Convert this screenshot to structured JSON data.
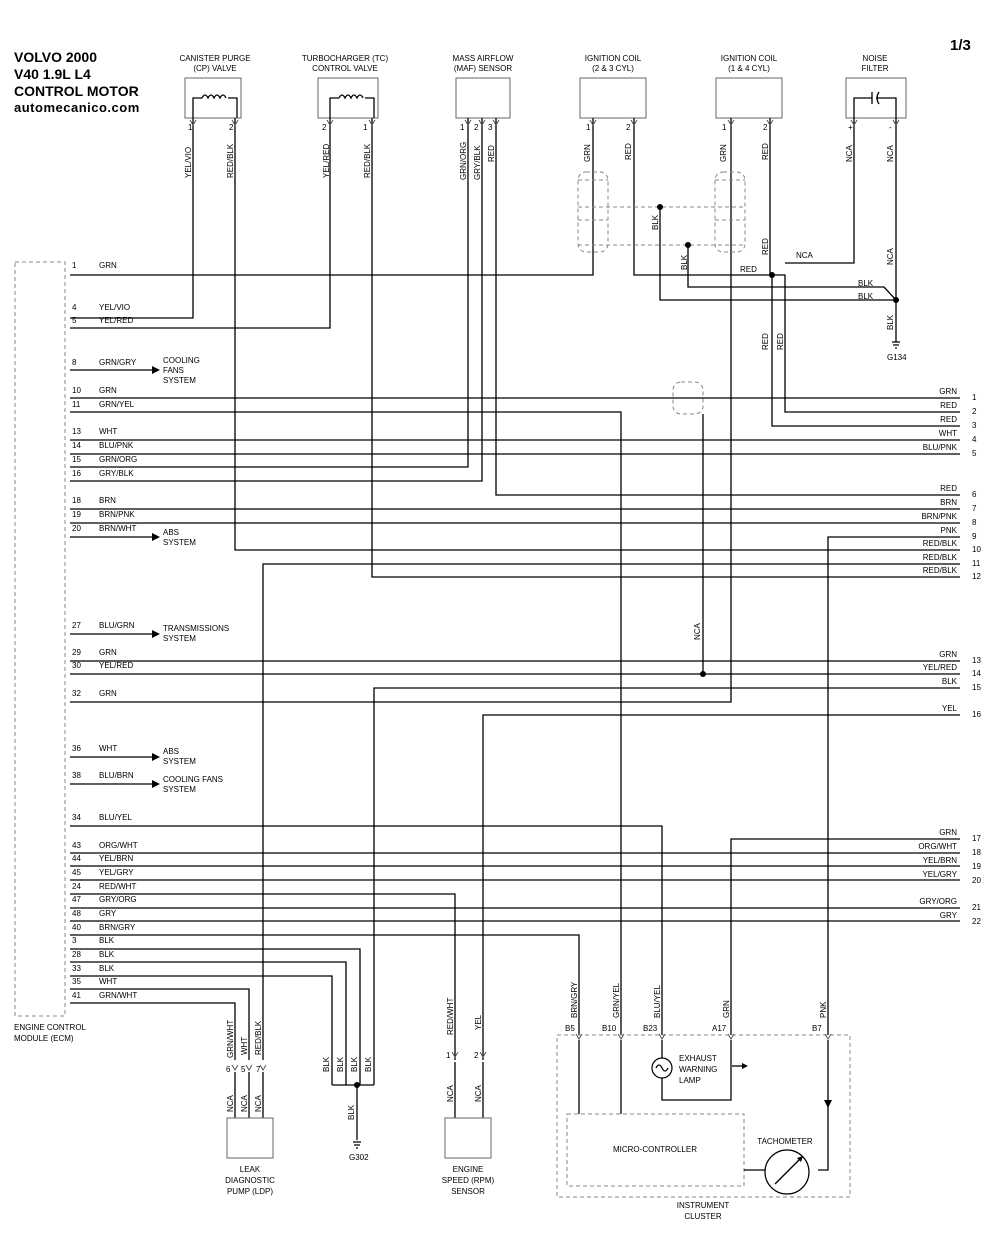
{
  "header": {
    "lines": [
      "VOLVO 2000",
      "V40 1.9L L4",
      "CONTROL MOTOR",
      "automecanico.com"
    ],
    "page": "1/3"
  },
  "components": {
    "cp_valve": {
      "title": [
        "CANISTER PURGE",
        "(CP) VALVE"
      ],
      "pins": [
        "1",
        "2"
      ],
      "wires": [
        "YEL/VIO",
        "RED/BLK"
      ]
    },
    "tc_valve": {
      "title": [
        "TURBOCHARGER (TC)",
        "CONTROL VALVE"
      ],
      "pins": [
        "2",
        "1"
      ],
      "wires": [
        "YEL/RED",
        "RED/BLK"
      ]
    },
    "maf": {
      "title": [
        "MASS AIRFLOW",
        "(MAF) SENSOR"
      ],
      "pins": [
        "1",
        "2",
        "3"
      ],
      "wires": [
        "GRN/ORG",
        "GRY/BLK",
        "RED"
      ]
    },
    "coil23": {
      "title": [
        "IGNITION COIL",
        "(2 & 3 CYL)"
      ],
      "pins": [
        "1",
        "2"
      ],
      "wires": [
        "GRN",
        "RED"
      ]
    },
    "coil14": {
      "title": [
        "IGNITION COIL",
        "(1 & 4 CYL)"
      ],
      "pins": [
        "1",
        "2"
      ],
      "wires": [
        "GRN",
        "RED"
      ]
    },
    "noise": {
      "title": [
        "NOISE",
        "FILTER"
      ],
      "pins": [
        "+",
        "-"
      ],
      "wires": [
        "NCA",
        "NCA"
      ]
    }
  },
  "ecm": {
    "label": [
      "ENGINE CONTROL",
      "MODULE (ECM)"
    ],
    "rows": [
      {
        "pin": "1",
        "color": "GRN"
      },
      {
        "pin": "4",
        "color": "YEL/VIO"
      },
      {
        "pin": "5",
        "color": "YEL/RED"
      },
      {
        "pin": "8",
        "color": "GRN/GRY"
      },
      {
        "pin": "10",
        "color": "GRN"
      },
      {
        "pin": "11",
        "color": "GRN/YEL"
      },
      {
        "pin": "13",
        "color": "WHT"
      },
      {
        "pin": "14",
        "color": "BLU/PNK"
      },
      {
        "pin": "15",
        "color": "GRN/ORG"
      },
      {
        "pin": "16",
        "color": "GRY/BLK"
      },
      {
        "pin": "18",
        "color": "BRN"
      },
      {
        "pin": "19",
        "color": "BRN/PNK"
      },
      {
        "pin": "20",
        "color": "BRN/WHT"
      },
      {
        "pin": "27",
        "color": "BLU/GRN"
      },
      {
        "pin": "29",
        "color": "GRN"
      },
      {
        "pin": "30",
        "color": "YEL/RED"
      },
      {
        "pin": "32",
        "color": "GRN"
      },
      {
        "pin": "36",
        "color": "WHT"
      },
      {
        "pin": "38",
        "color": "BLU/BRN"
      },
      {
        "pin": "34",
        "color": "BLU/YEL"
      },
      {
        "pin": "43",
        "color": "ORG/WHT"
      },
      {
        "pin": "44",
        "color": "YEL/BRN"
      },
      {
        "pin": "45",
        "color": "YEL/GRY"
      },
      {
        "pin": "24",
        "color": "RED/WHT"
      },
      {
        "pin": "47",
        "color": "GRY/ORG"
      },
      {
        "pin": "48",
        "color": "GRY"
      },
      {
        "pin": "40",
        "color": "BRN/GRY"
      },
      {
        "pin": "3",
        "color": "BLK"
      },
      {
        "pin": "28",
        "color": "BLK"
      },
      {
        "pin": "33",
        "color": "BLK"
      },
      {
        "pin": "35",
        "color": "WHT"
      },
      {
        "pin": "41",
        "color": "GRN/WHT"
      }
    ]
  },
  "systems": [
    [
      "COOLING",
      "FANS",
      "SYSTEM"
    ],
    [
      "ABS",
      "SYSTEM"
    ],
    [
      "TRANSMISSIONS",
      "SYSTEM"
    ],
    [
      "ABS",
      "SYSTEM"
    ],
    [
      "COOLING FANS",
      "SYSTEM"
    ]
  ],
  "right_connectors": [
    {
      "num": "1",
      "color": "GRN"
    },
    {
      "num": "2",
      "color": "RED"
    },
    {
      "num": "3",
      "color": "RED"
    },
    {
      "num": "4",
      "color": "WHT"
    },
    {
      "num": "5",
      "color": "BLU/PNK"
    },
    {
      "num": "6",
      "color": "RED"
    },
    {
      "num": "7",
      "color": "BRN"
    },
    {
      "num": "8",
      "color": "BRN/PNK"
    },
    {
      "num": "9",
      "color": "PNK"
    },
    {
      "num": "10",
      "color": "RED/BLK"
    },
    {
      "num": "11",
      "color": "RED/BLK"
    },
    {
      "num": "12",
      "color": "RED/BLK"
    },
    {
      "num": "13",
      "color": "GRN"
    },
    {
      "num": "14",
      "color": "YEL/RED"
    },
    {
      "num": "15",
      "color": "BLK"
    },
    {
      "num": "16",
      "color": "YEL"
    },
    {
      "num": "17",
      "color": "GRN"
    },
    {
      "num": "18",
      "color": "ORG/WHT"
    },
    {
      "num": "19",
      "color": "YEL/BRN"
    },
    {
      "num": "20",
      "color": "YEL/GRY"
    },
    {
      "num": "21",
      "color": "GRY/ORG"
    },
    {
      "num": "22",
      "color": "GRY"
    }
  ],
  "misc_labels": {
    "blk": "BLK",
    "red": "RED",
    "nca": "NCA",
    "g134": "G134",
    "g302": "G302"
  },
  "ldp": {
    "wires": [
      "GRN/WHT",
      "WHT",
      "RED/BLK"
    ],
    "pins": [
      "6",
      "5",
      "7"
    ],
    "nca": [
      "NCA",
      "NCA",
      "NCA"
    ],
    "label": [
      "LEAK",
      "DIAGNOSTIC",
      "PUMP (LDP)"
    ]
  },
  "rpm": {
    "wires": [
      "RED/WHT",
      "YEL"
    ],
    "pins": [
      "1",
      "2"
    ],
    "nca": [
      "NCA",
      "NCA"
    ],
    "label": [
      "ENGINE",
      "SPEED (RPM)",
      "SENSOR"
    ]
  },
  "ground_blk": [
    "BLK",
    "BLK",
    "BLK",
    "BLK",
    "BLK"
  ],
  "cluster": {
    "wires": [
      "BRN/GRY",
      "GRN/YEL",
      "BLU/YEL",
      "GRN",
      "PNK"
    ],
    "pins": [
      "B5",
      "B10",
      "B23",
      "A17",
      "B7"
    ],
    "lamp": [
      "EXHAUST",
      "WARNING",
      "LAMP"
    ],
    "micro": "MICRO-CONTROLLER",
    "tacho": "TACHOMETER",
    "label": [
      "INSTRUMENT",
      "CLUSTER"
    ]
  }
}
